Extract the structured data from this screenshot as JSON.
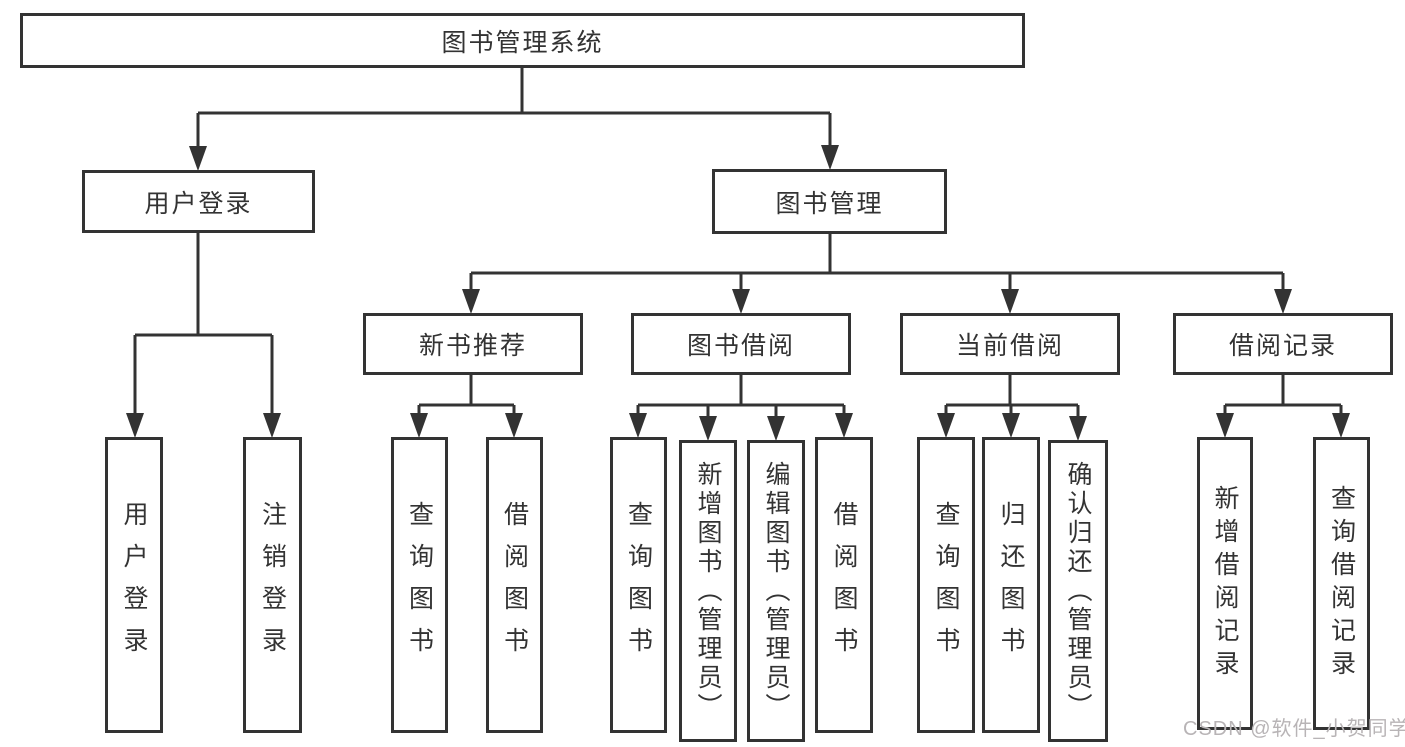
{
  "diagram": {
    "type": "tree",
    "tree": {
      "root": {
        "label": "图书管理系统"
      },
      "branches": [
        {
          "label": "用户登录",
          "children": [
            {
              "label": "用户登录"
            },
            {
              "label": "注销登录"
            }
          ]
        },
        {
          "label": "图书管理",
          "children": [
            {
              "label": "新书推荐",
              "children": [
                {
                  "label": "查询图书"
                },
                {
                  "label": "借阅图书"
                }
              ]
            },
            {
              "label": "图书借阅",
              "children": [
                {
                  "label": "查询图书"
                },
                {
                  "label": "新增图书（管理员）"
                },
                {
                  "label": "编辑图书（管理员）"
                },
                {
                  "label": "借阅图书"
                }
              ]
            },
            {
              "label": "当前借阅",
              "children": [
                {
                  "label": "查询图书"
                },
                {
                  "label": "归还图书"
                },
                {
                  "label": "确认归还（管理员）"
                }
              ]
            },
            {
              "label": "借阅记录",
              "children": [
                {
                  "label": "新增借阅记录"
                },
                {
                  "label": "查询借阅记录"
                }
              ]
            }
          ]
        }
      ]
    },
    "colors": {
      "line": "#333333",
      "box_border": "#333333",
      "text": "#333333",
      "background": "#ffffff"
    }
  },
  "watermark": {
    "text": "CSDN @软件_小贺同学",
    "color": "#b8b4b6"
  }
}
